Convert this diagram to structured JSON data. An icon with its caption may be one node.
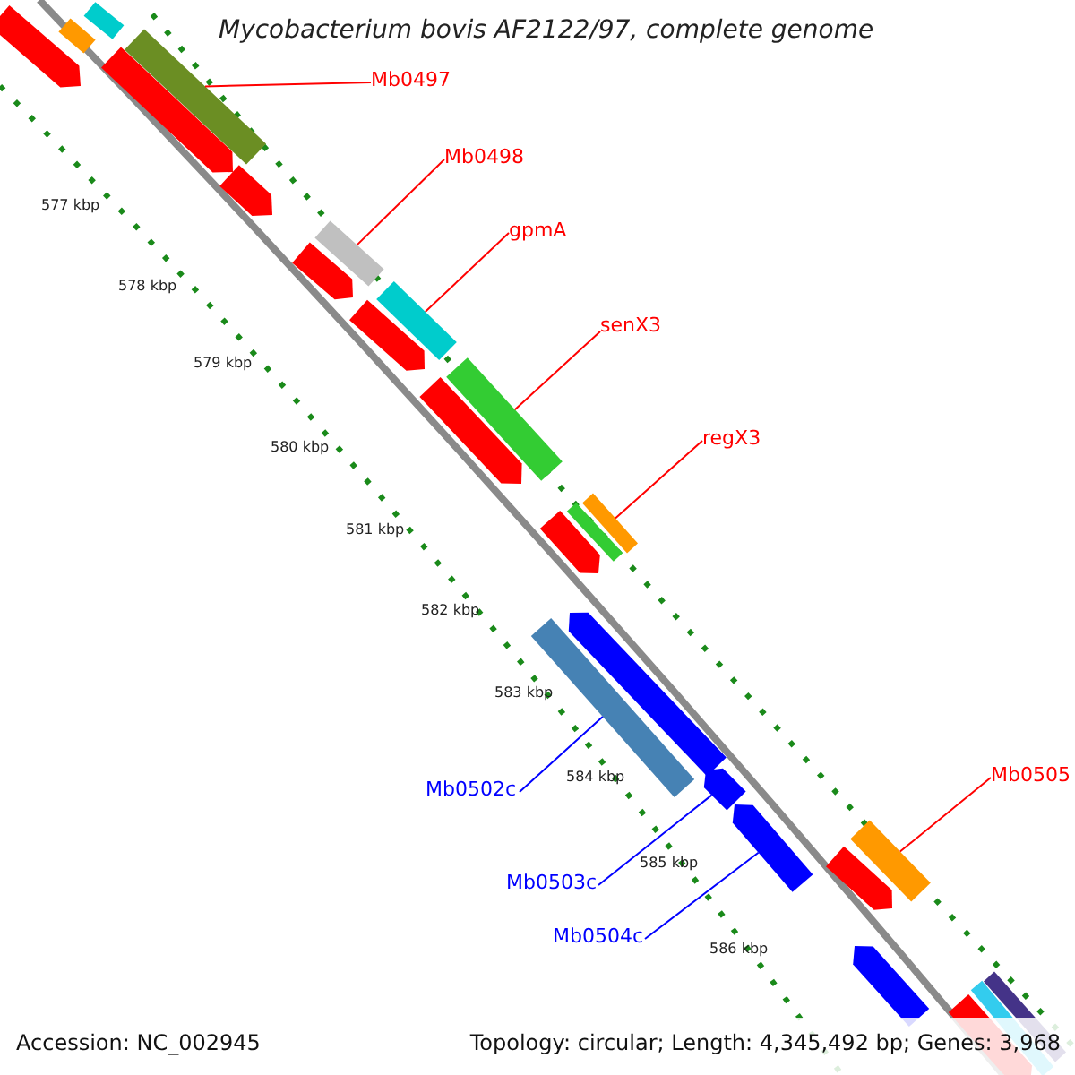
{
  "diagram": {
    "title": "Mycobacterium bovis AF2122/97, complete genome",
    "nodes": [
      {
        "text": [
          "Mb0497"
        ]
      },
      {
        "text": [],
        "shape": "bar"
      },
      {
        "text": [
          "Mb0498"
        ]
      },
      {
        "text": [],
        "shape": "bar"
      },
      {
        "text": [
          "gpmA"
        ]
      },
      {
        "text": [],
        "shape": "bar"
      },
      {
        "text": [
          "senX3"
        ]
      },
      {
        "text": [],
        "shape": "bar"
      },
      {
        "text": [
          "regX3"
        ]
      },
      {
        "text": [],
        "shape": "bar"
      },
      {
        "text": [
          "Mb0502c"
        ]
      },
      {
        "text": [],
        "shape": "bar"
      },
      {
        "text": [
          "Mb0505"
        ]
      },
      {
        "text": [],
        "shape": "bar"
      },
      {
        "text": [
          "Mb0503c"
        ]
      },
      {
        "text": [],
        "shape": "bar"
      },
      {
        "text": [
          "Mb0504c"
        ]
      },
      {
        "text": [],
        "shape": "bar"
      },
      {
        "text": [],
        "shape": "bar"
      },
      {
        "text": [],
        "shape": "bar"
      },
      {
        "text": [],
        "shape": "bar"
      },
      {
        "text": [],
        "shape": "bar"
      },
      {
        "text": [],
        "shape": "bar"
      },
      {
        "text": [],
        "shape": "bar"
      },
      {
        "text": [],
        "shape": "bar"
      },
      {
        "text": [],
        "shape": "bar"
      },
      {
        "text": [],
        "shape": "bar"
      },
      {
        "text": [],
        "shape": "bar"
      },
      {
        "text": [],
        "shape": "bar"
      },
      {
        "text": [],
        "shape": "bar"
      },
      {
        "text": [],
        "shape": "bar"
      },
      {
        "text": [],
        "shape": "bar"
      },
      {
        "text": [],
        "shape": "bar"
      },
      {
        "text": [],
        "shape": "bar"
      }
    ],
    "edges": [
      {
        "from": 0,
        "to": 1,
        "arrow": "none"
      },
      {
        "from": 2,
        "to": 3,
        "arrow": "none"
      },
      {
        "from": 4,
        "to": 5,
        "arrow": "none"
      },
      {
        "from": 6,
        "to": 7,
        "arrow": "none"
      },
      {
        "from": 8,
        "to": 9,
        "arrow": "none"
      },
      {
        "from": 10,
        "to": 11,
        "arrow": "none",
        "color": "#0000ff"
      },
      {
        "from": 12,
        "to": 13,
        "arrow": "none"
      },
      {
        "from": 14,
        "to": 15,
        "arrow": "none",
        "color": "#0000ff"
      },
      {
        "from": 16,
        "to": 17,
        "arrow": "none",
        "color": "#0000ff"
      }
    ],
    "labels": [
      "577 kbp",
      "578 kbp",
      "579 kbp",
      "580 kbp",
      "581 kbp",
      "582 kbp",
      "583 kbp",
      "584 kbp",
      "585 kbp",
      "586 kbp",
      "Accession: NC_002945",
      "Topology: circular; Length: 4,345,492 bp; Genes: 3,968"
    ]
  }
}
